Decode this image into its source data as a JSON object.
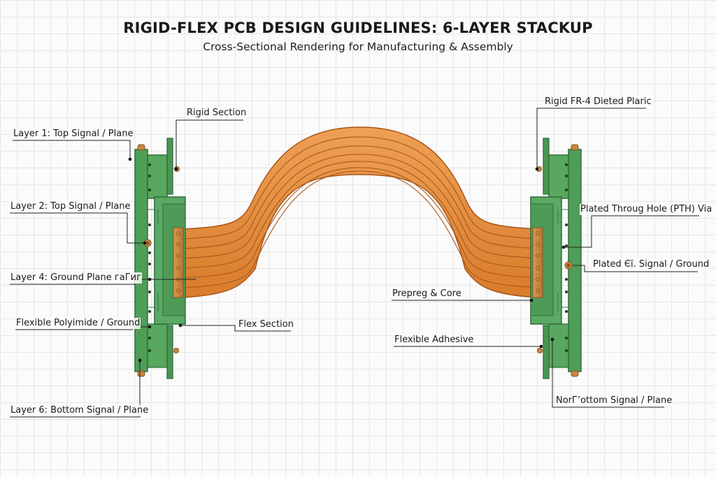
{
  "title": "RIGID-FLEX PCB DESIGN GUIDELINES: 6-LAYER STACKUP",
  "subtitle": "Cross-Sectional Rendering for Manufacturing & Assembly",
  "labels": {
    "layer1": "Layer 1: Top Signal / Plane",
    "rigid_section": "Rigid Section",
    "layer2": "Layer 2: Top Signal / Plane",
    "layer4": "Layer 4: Ground Plane гаГиг",
    "flexible_polyimide": "Flexible Polyimide / Ground",
    "flex_section": "Flex Section",
    "layer6": "Layer 6: Bottom Signal / Plane",
    "rigid_fr4": "Rigid FR-4 Dieted Plaric",
    "pth_via": "Plated Throug Hole (PTH) Via",
    "plated_signal": "Plated Єї. Signal / Ground",
    "prepreg_core": "Prepreg & Core",
    "flexible_adhesive": "Flexible Adhesive",
    "bottom_signal": "NorГ’ottom Signal / Plane"
  },
  "colors": {
    "rigid_green": "#4f9e57",
    "rigid_green_dark": "#2f6e39",
    "flex_orange": "#e2883a",
    "flex_orange_dark": "#a8571a",
    "copper": "#c9873e",
    "background": "#fbfbfb",
    "grid": "#e6e6e6"
  }
}
